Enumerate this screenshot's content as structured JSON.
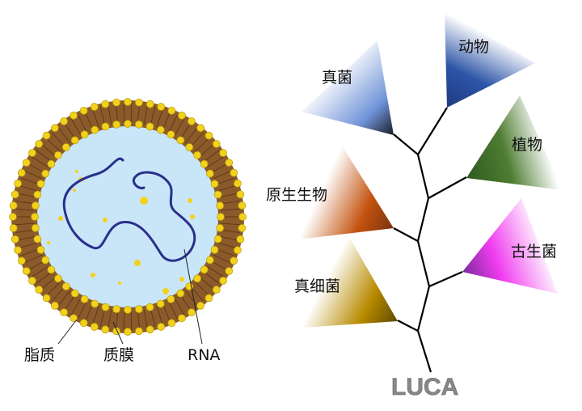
{
  "cell": {
    "labels": {
      "lipid": "脂质",
      "membrane": "质膜",
      "rna": "RNA"
    }
  },
  "tree": {
    "root": "LUCA",
    "groups": [
      {
        "id": "fungi",
        "label": "真菌",
        "color": "#6f93d8"
      },
      {
        "id": "animals",
        "label": "动物",
        "color": "#2a4fa0"
      },
      {
        "id": "plants",
        "label": "植物",
        "color": "#4a7a2e"
      },
      {
        "id": "protists",
        "label": "原生生物",
        "color": "#c4530f"
      },
      {
        "id": "archaea",
        "label": "古生菌",
        "color": "#f03cf0"
      },
      {
        "id": "bacteria",
        "label": "真细菌",
        "color": "#b88a00"
      }
    ]
  }
}
